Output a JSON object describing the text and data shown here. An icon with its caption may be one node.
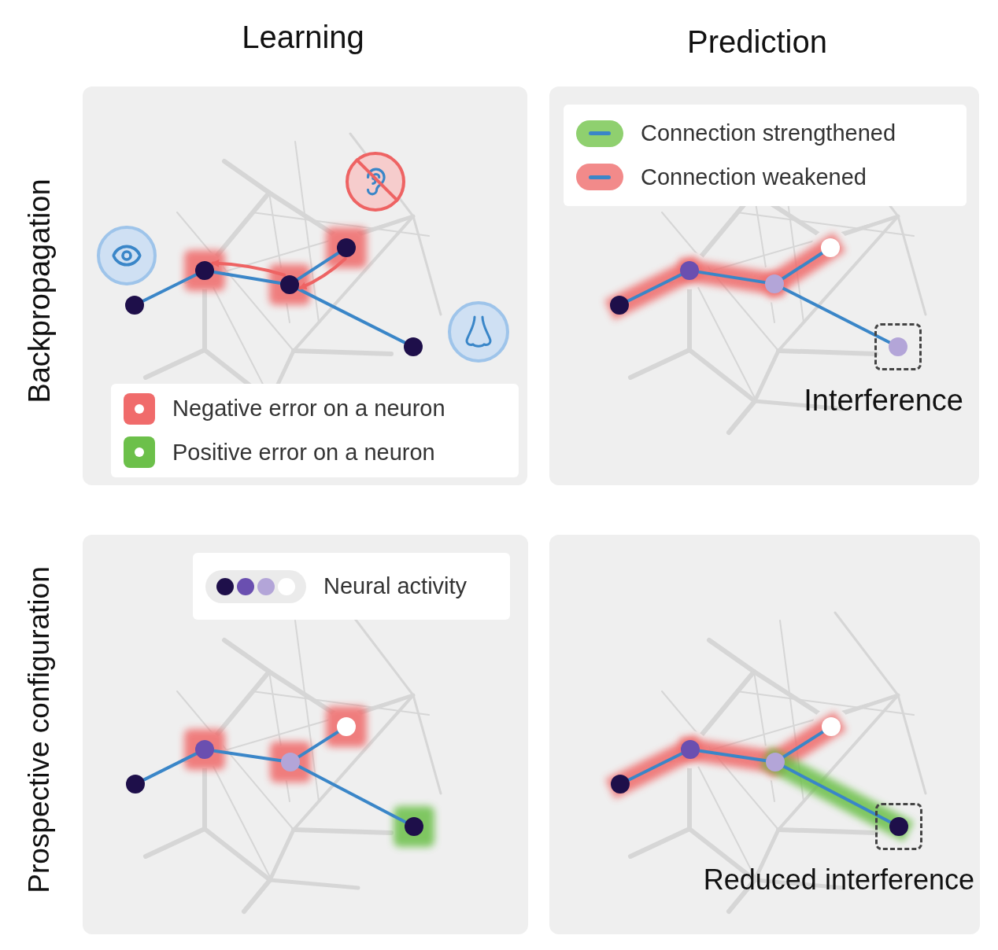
{
  "diagram": {
    "nodes": [
      {
        "text": [],
        "shape": "box"
      },
      {
        "text": [],
        "shape": "box"
      },
      {
        "text": [],
        "shape": "box"
      },
      {
        "text": [],
        "shape": "box"
      },
      {
        "text": [],
        "shape": "circle",
        "in": 0
      },
      {
        "text": [],
        "shape": "circle",
        "in": 0
      },
      {
        "text": [],
        "shape": "circle",
        "in": 0
      },
      {
        "text": [],
        "shape": "circle",
        "in": 0
      },
      {
        "text": [],
        "shape": "circle",
        "in": 0
      },
      {
        "text": [],
        "shape": "circle",
        "in": 1
      },
      {
        "text": [],
        "shape": "circle",
        "in": 1
      },
      {
        "text": [],
        "shape": "circle",
        "in": 1
      },
      {
        "text": [],
        "shape": "circle",
        "in": 1
      },
      {
        "text": [],
        "shape": "circle",
        "in": 1
      },
      {
        "text": [],
        "shape": "circle",
        "in": 2
      },
      {
        "text": [],
        "shape": "circle",
        "in": 2
      },
      {
        "text": [],
        "shape": "circle",
        "in": 2
      },
      {
        "text": [],
        "shape": "circle",
        "in": 2
      },
      {
        "text": [],
        "shape": "circle",
        "in": 2
      },
      {
        "text": [],
        "shape": "circle",
        "in": 3
      },
      {
        "text": [],
        "shape": "circle",
        "in": 3
      },
      {
        "text": [],
        "shape": "circle",
        "in": 3
      },
      {
        "text": [],
        "shape": "circle",
        "in": 3
      },
      {
        "text": [],
        "shape": "circle",
        "in": 3
      }
    ],
    "edges": [
      {
        "from": 4,
        "to": 5,
        "arrow": "none"
      },
      {
        "from": 5,
        "to": 6,
        "arrow": "none"
      },
      {
        "from": 6,
        "to": 7,
        "arrow": "none"
      },
      {
        "from": 6,
        "to": 8,
        "arrow": "none"
      },
      {
        "from": 9,
        "to": 10,
        "arrow": "none"
      },
      {
        "from": 10,
        "to": 11,
        "arrow": "none"
      },
      {
        "from": 11,
        "to": 12,
        "arrow": "none"
      },
      {
        "from": 11,
        "to": 13,
        "arrow": "none"
      },
      {
        "from": 14,
        "to": 15,
        "arrow": "none"
      },
      {
        "from": 15,
        "to": 16,
        "arrow": "none"
      },
      {
        "from": 16,
        "to": 17,
        "arrow": "none"
      },
      {
        "from": 16,
        "to": 18,
        "arrow": "none"
      },
      {
        "from": 19,
        "to": 20,
        "arrow": "none"
      },
      {
        "from": 20,
        "to": 21,
        "arrow": "none"
      },
      {
        "from": 21,
        "to": 22,
        "arrow": "none"
      },
      {
        "from": 21,
        "to": 23,
        "arrow": "none"
      },
      {
        "from": 7,
        "to": 6,
        "arrow": "to",
        "color": "#ee6363"
      },
      {
        "from": 6,
        "to": 5,
        "arrow": "to",
        "color": "#ee6363"
      }
    ],
    "labels": [
      "Learning",
      "Prediction",
      "Backpropagation",
      "Prospective configuration",
      "Interference",
      "Reduced interference"
    ],
    "legend": [
      {
        "text": "Negative error on a neuron",
        "color": "#f06b6b"
      },
      {
        "text": "Positive error on a neuron",
        "color": "#6cc04a"
      },
      {
        "text": "Connection strengthened"
      },
      {
        "text": "Connection weakened"
      },
      {
        "text": "Neural activity"
      }
    ]
  }
}
